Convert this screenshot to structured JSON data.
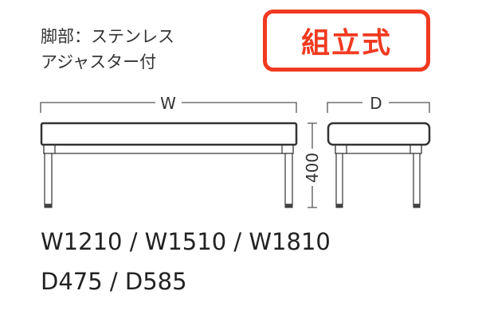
{
  "spec": {
    "line1": "脚部：ステンレス",
    "line2": "アジャスター付"
  },
  "badge": {
    "label": "組立式",
    "color": "#f03a20"
  },
  "dimensions": {
    "width_label": "W",
    "depth_label": "D",
    "height_label": "400"
  },
  "sizes": {
    "widths": "W1210 / W1510 / W1810",
    "depths": "D475 / D585"
  }
}
